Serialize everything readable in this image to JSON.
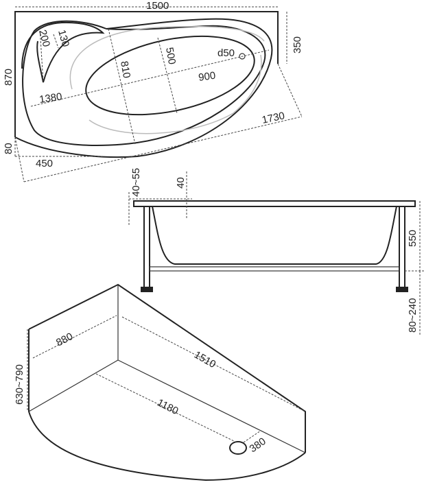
{
  "title": "Corner bathtub dimensional drawing",
  "top_view": {
    "width": "1500",
    "right_height": "350",
    "left_height": "870",
    "headrest_width": "130",
    "headrest_length": "200",
    "basin_width": "500",
    "drain": "d50",
    "inner_depth": "810",
    "basin_length": "900",
    "inner_length": "1380",
    "diagonal_length": "1730",
    "corner_offset": "80",
    "corner_length": "450"
  },
  "side_view": {
    "rim_thickness": "40~55",
    "rim_top": "40",
    "tub_height": "550",
    "leg_height": "80~240"
  },
  "installation_view": {
    "short_wall": "880",
    "long_wall": "1510",
    "front_height": "630~790",
    "floor_length": "1180",
    "drain_offset": "380"
  }
}
